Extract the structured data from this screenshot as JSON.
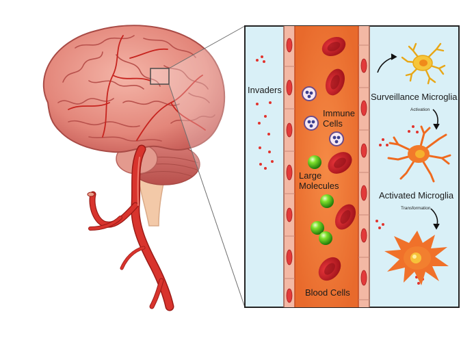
{
  "labels": {
    "invaders": "Invaders",
    "immune_cells": "Immune\nCells",
    "large_molecules": "Large\nMolecules",
    "blood_cells": "Blood Cells",
    "surveillance_microglia": "Surveillance Microglia",
    "activation": "Activation",
    "activated_microglia": "Activated Microglia",
    "transformation": "Transformation"
  },
  "colors": {
    "panel_bg": "#d9f0f7",
    "vessel_wall": "#f2b9a6",
    "vessel_lumen": "#f07a3a",
    "red_cell": "#c8202a",
    "large_molecule": "#5ac41a",
    "surveillance_microglia": "#f2b21c",
    "activated_microglia": "#ef6a1f",
    "brain": "#e88a7e",
    "artery": "#d6312a"
  }
}
